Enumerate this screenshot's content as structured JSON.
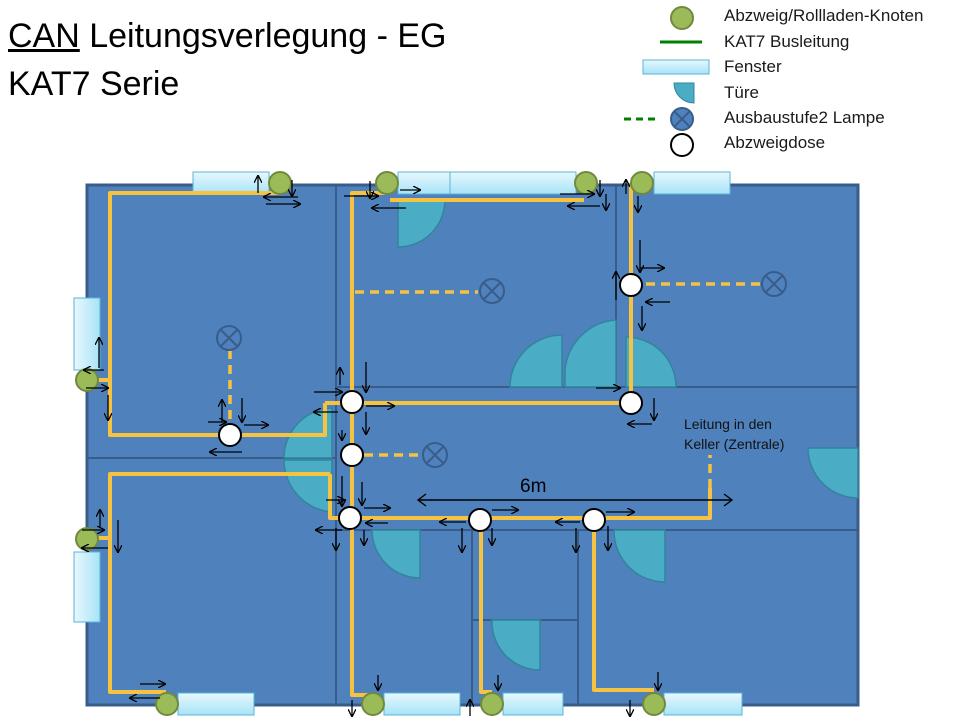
{
  "title": {
    "line1_underlined": "CAN",
    "line1_rest": " Leitungsverlegung - EG",
    "line2": "KAT7 Serie"
  },
  "legend": [
    {
      "symbol": "green-node-icon",
      "label": "Abzweig/Rollladen-Knoten"
    },
    {
      "symbol": "green-line-icon",
      "label": "KAT7 Busleitung"
    },
    {
      "symbol": "window-icon",
      "label": "Fenster"
    },
    {
      "symbol": "door-icon",
      "label": "Türe"
    },
    {
      "symbol": "lamp-icon",
      "label": "Ausbaustufe2  Lampe"
    },
    {
      "symbol": "junction-box-icon",
      "label": "Abzweigdose"
    }
  ],
  "annotations": {
    "cellar_line": "Leitung in den\nKeller (Zentrale)",
    "distance": "6m"
  },
  "colors": {
    "floor": "#4f81bd",
    "wall": "#385d8a",
    "cable": "#f6c242",
    "node": "#9bbb59",
    "node_stroke": "#71893f",
    "window": "#cfeefa",
    "door": "#4bacc6",
    "lamp": "#4f81bd",
    "legend_line": "#008000"
  }
}
